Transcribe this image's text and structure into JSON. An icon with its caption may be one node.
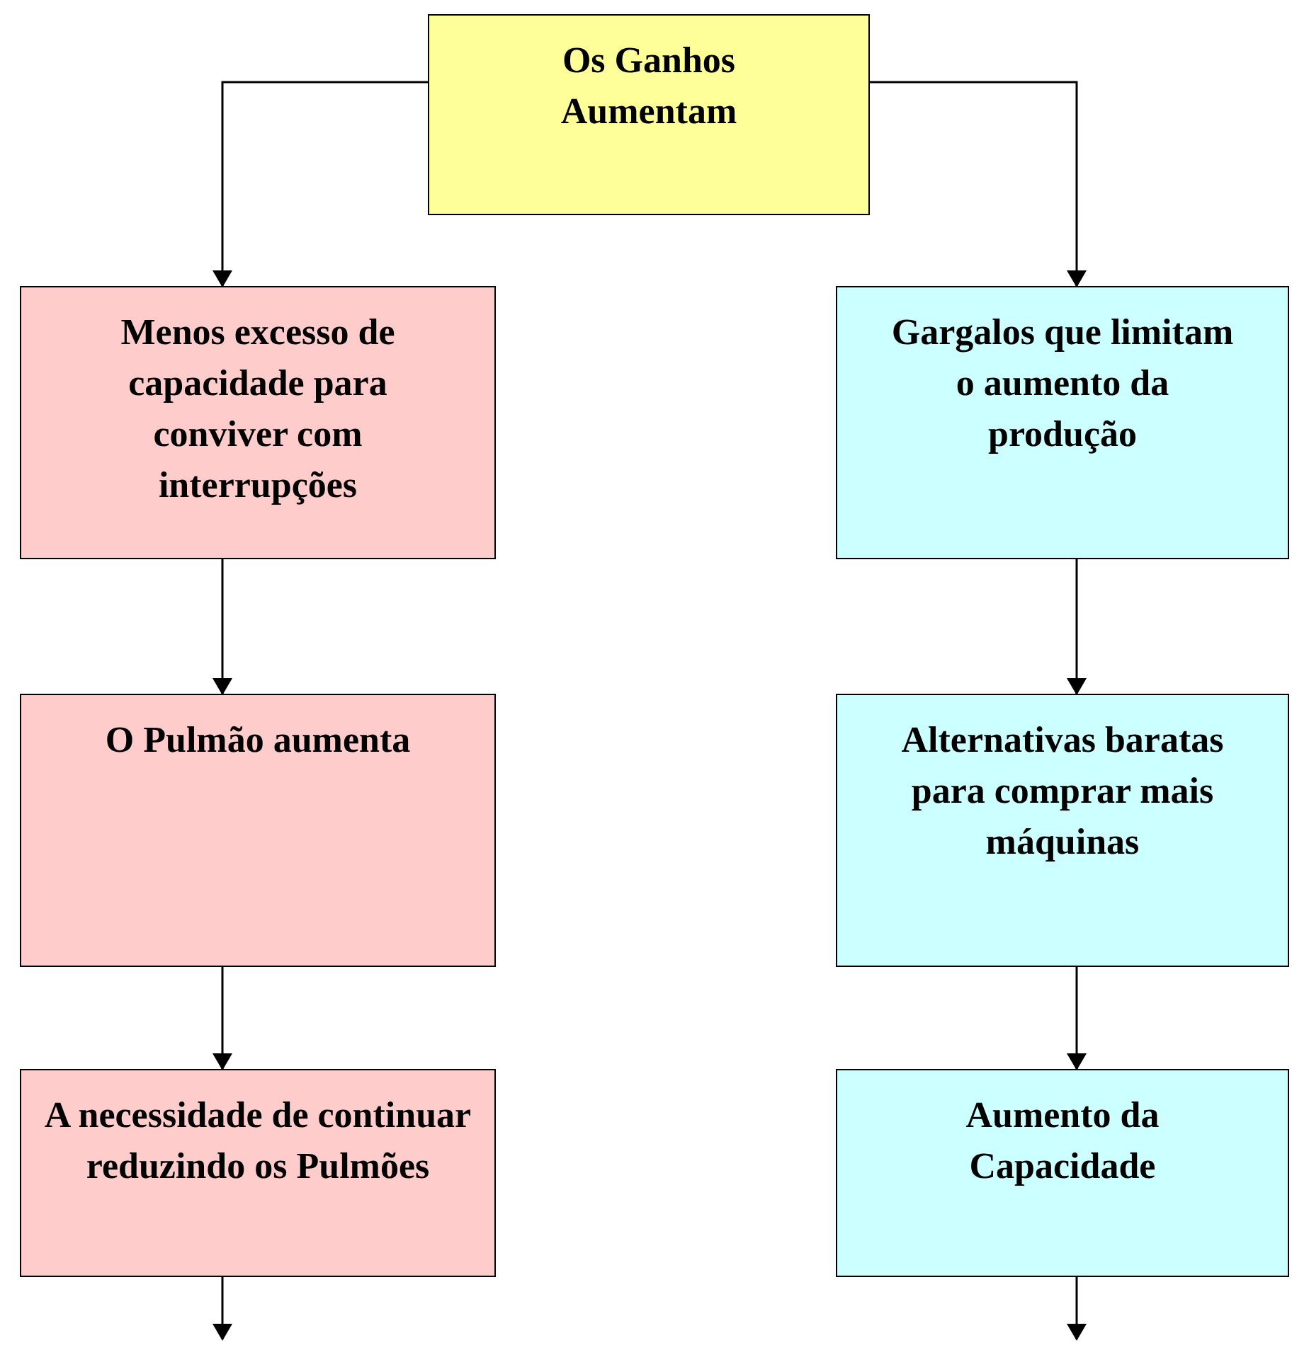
{
  "diagram": {
    "nodes": [
      {
        "text": [
          "Os Ganhos Aumentam"
        ]
      },
      {
        "text": [
          "Menos excesso de capacidade para conviver com interrupções"
        ]
      },
      {
        "text": [
          "O Pulmão aumenta"
        ]
      },
      {
        "text": [
          "A necessidade de continuar reduzindo os Pulmões"
        ]
      },
      {
        "text": [
          "Gargalos que limitam o aumento da produção"
        ]
      },
      {
        "text": [
          "Alternativas baratas para comprar mais máquinas"
        ]
      },
      {
        "text": [
          "Aumento da Capacidade"
        ]
      }
    ],
    "edges": [
      {
        "from": 0,
        "to": 1,
        "arrow": "to"
      },
      {
        "from": 0,
        "to": 4,
        "arrow": "to"
      },
      {
        "from": 1,
        "to": 2,
        "arrow": "to"
      },
      {
        "from": 2,
        "to": 3,
        "arrow": "to"
      },
      {
        "from": 3,
        "to": null,
        "arrow": "to"
      },
      {
        "from": 4,
        "to": 5,
        "arrow": "to"
      },
      {
        "from": 5,
        "to": 6,
        "arrow": "to"
      },
      {
        "from": 6,
        "to": null,
        "arrow": "to"
      }
    ]
  }
}
